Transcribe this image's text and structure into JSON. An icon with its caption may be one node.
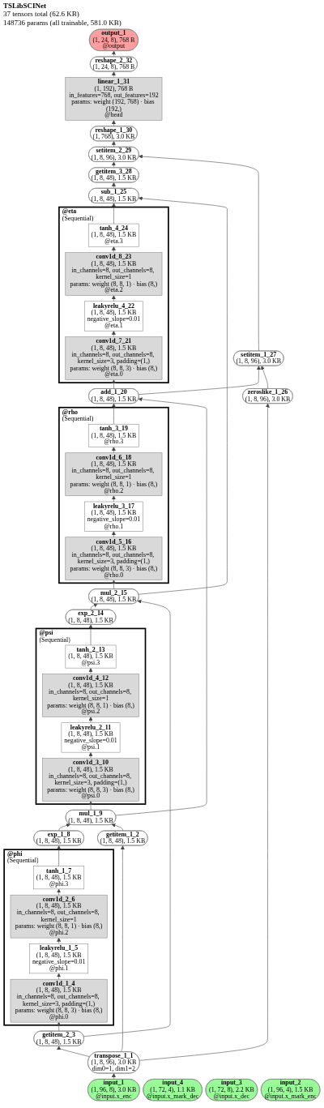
{
  "diagram": {
    "title": "TSLibSCINet",
    "labels": [
      "37 tensors total (62.6 KB)",
      "148736 params (all trainable, 581.0 KB)"
    ],
    "nodes": [
      {
        "text": [
          "output_1",
          "(1, 24, 8), 768 B",
          "@output"
        ]
      },
      {
        "text": [
          "reshape_2_32",
          "(1, 24, 8), 768 B"
        ]
      },
      {
        "text": [
          "input_2",
          "(1, 96, 4), 1.5 KB",
          "@input.x_mark_enc"
        ]
      },
      {
        "text": [
          "input_3",
          "(1, 72, 8), 2.2 KB",
          "@input.x_dec"
        ]
      },
      {
        "text": [
          "input_4",
          "(1, 72, 4), 1.1 KB",
          "@input.x_mark_dec"
        ]
      },
      {
        "text": [
          "linear_1_31",
          "(1, 192), 768 B",
          "in_features=768, out_features=192",
          "params: weight (192, 768) · bias (192,)",
          "@head"
        ]
      },
      {
        "text": [
          "reshape_1_30",
          "(1, 768), 3.0 KB"
        ]
      },
      {
        "text": [
          "setitem_2_29",
          "(1, 8, 96), 3.0 KB"
        ]
      },
      {
        "text": [
          "getitem_3_28",
          "(1, 8, 48), 1.5 KB"
        ]
      },
      {
        "text": [
          "sub_1_25",
          "(1, 8, 48), 1.5 KB"
        ]
      },
      {
        "text": [
          "@eta",
          "(Sequential)"
        ]
      },
      {
        "text": [
          "tanh_4_24",
          "(1, 8, 48), 1.5 KB",
          "@eta.3"
        ],
        "in": 10
      },
      {
        "text": [
          "conv1d_8_23",
          "(1, 8, 48), 1.5 KB",
          "in_channels=8, out_channels=8, kernel_size=1",
          "params: weight (8, 8, 1) · bias (8,)",
          "@eta.2"
        ],
        "in": 10
      },
      {
        "text": [
          "leakyrelu_4_22",
          "(1, 8, 48), 1.5 KB",
          "negative_slope=0.01",
          "@eta.1"
        ],
        "in": 10
      },
      {
        "text": [
          "conv1d_7_21",
          "(1, 8, 48), 1.5 KB",
          "in_channels=8, out_channels=8, kernel_size=3, padding=(1,)",
          "params: weight (8, 8, 3) · bias (8,)",
          "@eta.0"
        ],
        "in": 10
      },
      {
        "text": [
          "setitem_1_27",
          "(1, 8, 96), 3.0 KB"
        ]
      },
      {
        "text": [
          "add_1_20",
          "(1, 8, 48), 1.5 KB"
        ]
      },
      {
        "text": [
          "@rho",
          "(Sequential)"
        ]
      },
      {
        "text": [
          "tanh_3_19",
          "(1, 8, 48), 1.5 KB",
          "@rho.3"
        ],
        "in": 17
      },
      {
        "text": [
          "conv1d_6_18",
          "(1, 8, 48), 1.5 KB",
          "in_channels=8, out_channels=8, kernel_size=1",
          "params: weight (8, 8, 1) · bias (8,)",
          "@rho.2"
        ],
        "in": 17
      },
      {
        "text": [
          "leakyrelu_3_17",
          "(1, 8, 48), 1.5 KB",
          "negative_slope=0.01",
          "@rho.1"
        ],
        "in": 17
      },
      {
        "text": [
          "conv1d_5_16",
          "(1, 8, 48), 1.5 KB",
          "in_channels=8, out_channels=8, kernel_size=3, padding=(1,)",
          "params: weight (8, 8, 3) · bias (8,)",
          "@rho.0"
        ],
        "in": 17
      },
      {
        "text": [
          "mul_2_15",
          "(1, 8, 48), 1.5 KB"
        ]
      },
      {
        "text": [
          "exp_2_14",
          "(1, 8, 48), 1.5 KB"
        ]
      },
      {
        "text": [
          "@psi",
          "(Sequential)"
        ]
      },
      {
        "text": [
          "tanh_2_13",
          "(1, 8, 48), 1.5 KB",
          "@psi.3"
        ],
        "in": 24
      },
      {
        "text": [
          "conv1d_4_12",
          "(1, 8, 48), 1.5 KB",
          "in_channels=8, out_channels=8, kernel_size=1",
          "params: weight (8, 8, 1) · bias (8,)",
          "@psi.2"
        ],
        "in": 24
      },
      {
        "text": [
          "leakyrelu_2_11",
          "(1, 8, 48), 1.5 KB",
          "negative_slope=0.01",
          "@psi.1"
        ],
        "in": 24
      },
      {
        "text": [
          "conv1d_3_10",
          "(1, 8, 48), 1.5 KB",
          "in_channels=8, out_channels=8, kernel_size=3, padding=(1,)",
          "params: weight (8, 8, 3) · bias (8,)",
          "@psi.0"
        ],
        "in": 24
      },
      {
        "text": [
          "mul_1_9",
          "(1, 8, 48), 1.5 KB"
        ]
      },
      {
        "text": [
          "exp_1_8",
          "(1, 8, 48), 1.5 KB"
        ]
      },
      {
        "text": [
          "getitem_1_2",
          "(1, 8, 48), 1.5 KB"
        ]
      },
      {
        "text": [
          "@phi",
          "(Sequential)"
        ]
      },
      {
        "text": [
          "tanh_1_7",
          "(1, 8, 48), 1.5 KB",
          "@phi.3"
        ],
        "in": 32
      },
      {
        "text": [
          "conv1d_2_6",
          "(1, 8, 48), 1.5 KB",
          "in_channels=8, out_channels=8, kernel_size=1",
          "params: weight (8, 8, 1) · bias (8,)",
          "@phi.2"
        ],
        "in": 32
      },
      {
        "text": [
          "leakyrelu_1_5",
          "(1, 8, 48), 1.5 KB",
          "negative_slope=0.01",
          "@phi.1"
        ],
        "in": 32
      },
      {
        "text": [
          "conv1d_1_4",
          "(1, 8, 48), 1.5 KB",
          "in_channels=8, out_channels=8, kernel_size=3, padding=(1,)",
          "params: weight (8, 8, 3) · bias (8,)",
          "@phi.0"
        ],
        "in": 32
      },
      {
        "text": [
          "getitem_2_3",
          "(1, 8, 48), 1.5 KB"
        ]
      },
      {
        "text": [
          "zeroslike_1_26",
          "(1, 8, 96), 3.0 KB"
        ]
      },
      {
        "text": [
          "transpose_1_1",
          "(1, 8, 96), 3.0 KB",
          "dim0=1, dim1=2"
        ]
      },
      {
        "text": [
          "input_1",
          "(1, 96, 8), 3.0 KB",
          "@input.x_enc"
        ]
      }
    ],
    "edges": [
      {
        "from": 40,
        "to": 39,
        "arrow": "to"
      },
      {
        "from": 39,
        "to": 37,
        "arrow": "to"
      },
      {
        "from": 39,
        "to": 31,
        "arrow": "to"
      },
      {
        "from": 39,
        "to": 38,
        "arrow": "to"
      },
      {
        "from": 37,
        "to": 36,
        "arrow": "to"
      },
      {
        "from": 36,
        "to": 35,
        "arrow": "to"
      },
      {
        "from": 35,
        "to": 34,
        "arrow": "to"
      },
      {
        "from": 34,
        "to": 33,
        "arrow": "to"
      },
      {
        "from": 33,
        "to": 30,
        "arrow": "to"
      },
      {
        "from": 30,
        "to": 29,
        "arrow": "to"
      },
      {
        "from": 31,
        "to": 29,
        "arrow": "to"
      },
      {
        "from": 29,
        "to": 28,
        "arrow": "to"
      },
      {
        "from": 28,
        "to": 27,
        "arrow": "to"
      },
      {
        "from": 27,
        "to": 26,
        "arrow": "to"
      },
      {
        "from": 26,
        "to": 25,
        "arrow": "to"
      },
      {
        "from": 25,
        "to": 23,
        "arrow": "to"
      },
      {
        "from": 23,
        "to": 22,
        "arrow": "to"
      },
      {
        "from": 37,
        "to": 22,
        "arrow": "to"
      },
      {
        "from": 22,
        "to": 21,
        "arrow": "to"
      },
      {
        "from": 21,
        "to": 20,
        "arrow": "to"
      },
      {
        "from": 20,
        "to": 19,
        "arrow": "to"
      },
      {
        "from": 19,
        "to": 18,
        "arrow": "to"
      },
      {
        "from": 18,
        "to": 16,
        "arrow": "to"
      },
      {
        "from": 29,
        "to": 16,
        "arrow": "to"
      },
      {
        "from": 16,
        "to": 14,
        "arrow": "to"
      },
      {
        "from": 16,
        "to": 15,
        "arrow": "to"
      },
      {
        "from": 38,
        "to": 15,
        "arrow": "to"
      },
      {
        "from": 14,
        "to": 13,
        "arrow": "to"
      },
      {
        "from": 13,
        "to": 12,
        "arrow": "to"
      },
      {
        "from": 12,
        "to": 11,
        "arrow": "to"
      },
      {
        "from": 11,
        "to": 9,
        "arrow": "to"
      },
      {
        "from": 22,
        "to": 9,
        "arrow": "to"
      },
      {
        "from": 9,
        "to": 8,
        "arrow": "to"
      },
      {
        "from": 8,
        "to": 7,
        "arrow": "to"
      },
      {
        "from": 15,
        "to": 7,
        "arrow": "to"
      },
      {
        "from": 7,
        "to": 6,
        "arrow": "to"
      },
      {
        "from": 6,
        "to": 5,
        "arrow": "to"
      },
      {
        "from": 5,
        "to": 1,
        "arrow": "to"
      },
      {
        "from": 1,
        "to": 0,
        "arrow": "to"
      }
    ]
  }
}
